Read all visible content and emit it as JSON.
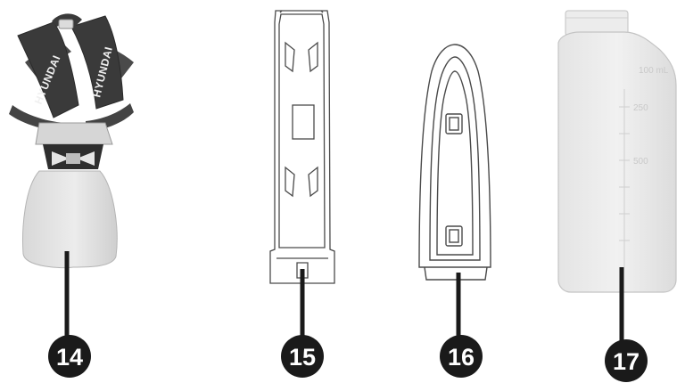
{
  "parts": [
    {
      "id": "harness",
      "callout": "14",
      "brand": "HYUNDAI"
    },
    {
      "id": "guard",
      "callout": "15"
    },
    {
      "id": "cover",
      "callout": "16"
    },
    {
      "id": "bottle",
      "callout": "17",
      "scale_top": "100 mL",
      "scale_marks": [
        "250",
        "500"
      ]
    }
  ]
}
